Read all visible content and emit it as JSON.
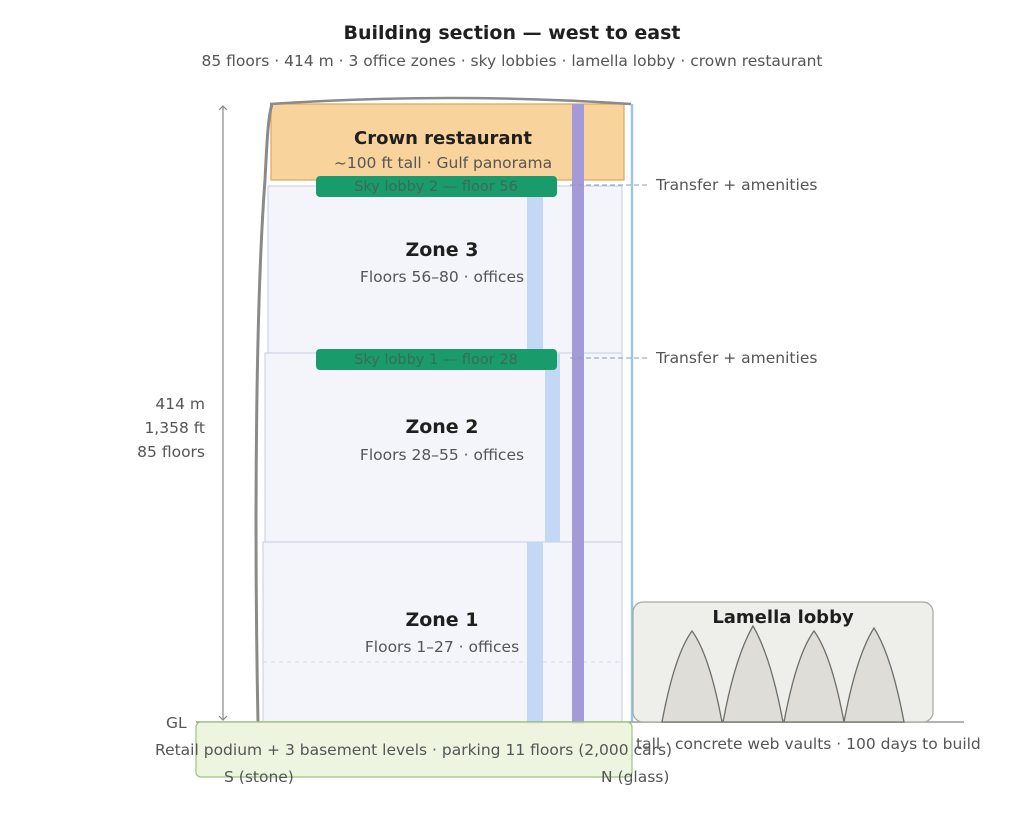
{
  "title": "Building section — west to east",
  "subtitle": "85 floors · 414 m · 3 office zones · sky lobbies · lamella lobby · crown restaurant",
  "crown": {
    "title": "Crown restaurant",
    "subtitle": "~100 ft tall · Gulf panorama"
  },
  "sky_lobbies": [
    {
      "label": "Sky lobby 2 — floor 56",
      "note": "Transfer + amenities"
    },
    {
      "label": "Sky lobby 1 — floor 28",
      "note": "Transfer + amenities"
    }
  ],
  "zones": [
    {
      "title": "Zone 3",
      "subtitle": "Floors 56–80 · offices"
    },
    {
      "title": "Zone 2",
      "subtitle": "Floors 28–55 · offices"
    },
    {
      "title": "Zone 1",
      "subtitle": "Floors 1–27 · offices"
    }
  ],
  "dimension": {
    "height_m": "414 m",
    "height_ft": "1,358 ft",
    "floors": "85 floors"
  },
  "ground_label": "GL",
  "lamella": {
    "title": "Lamella lobby",
    "note": "tall · concrete web vaults · 100 days to build"
  },
  "podium": {
    "label": "Retail podium + 3 basement levels · parking 11 floors (2,000 cars)"
  },
  "facade": {
    "south": "S (stone)",
    "north": "N (glass)"
  },
  "colors": {
    "crown_fill": "#f8d49c",
    "crown_stroke": "#d9a85c",
    "sky_lobby": "#1a9b6c",
    "zone_fill": "#f4f4fb",
    "zone_stroke": "#c9cbe0",
    "shaft_light": "#c3d8f5",
    "shaft_core": "#a59ad8",
    "lamella_fill": "#eeeeea",
    "podium_fill": "#eaf3dc",
    "podium_stroke": "#9cc47c",
    "glass_edge": "#9ec6e0"
  }
}
